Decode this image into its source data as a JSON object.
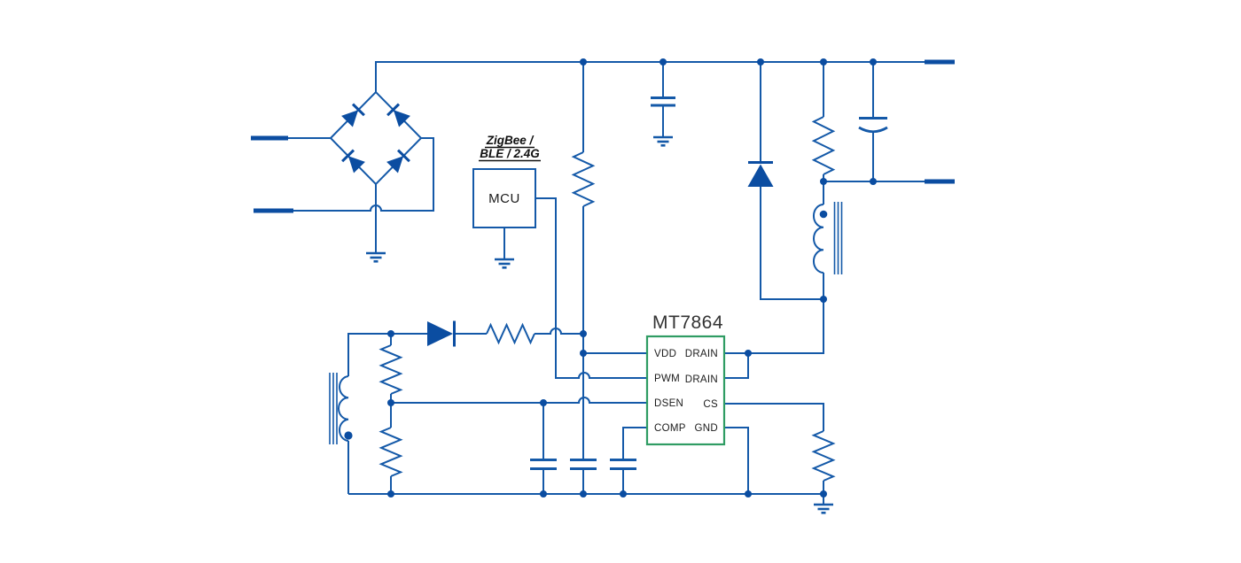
{
  "schematic": {
    "ic": {
      "title": "MT7864",
      "pins_left": [
        "VDD",
        "PWM",
        "DSEN",
        "COMP"
      ],
      "pins_right": [
        "DRAIN",
        "DRAIN",
        "CS",
        "GND"
      ]
    },
    "mcu": {
      "label": "MCU",
      "wireless_line1": "ZigBee /",
      "wireless_line2": "BLE / 2.4G"
    },
    "colors": {
      "wire": "#1459a8",
      "fill": "#0b4da1",
      "ic_border": "#2f9c63",
      "ic_title_text": "#333333",
      "pin_text": "#1b1b1b",
      "annotation_text": "#101010",
      "background": "#ffffff"
    }
  }
}
